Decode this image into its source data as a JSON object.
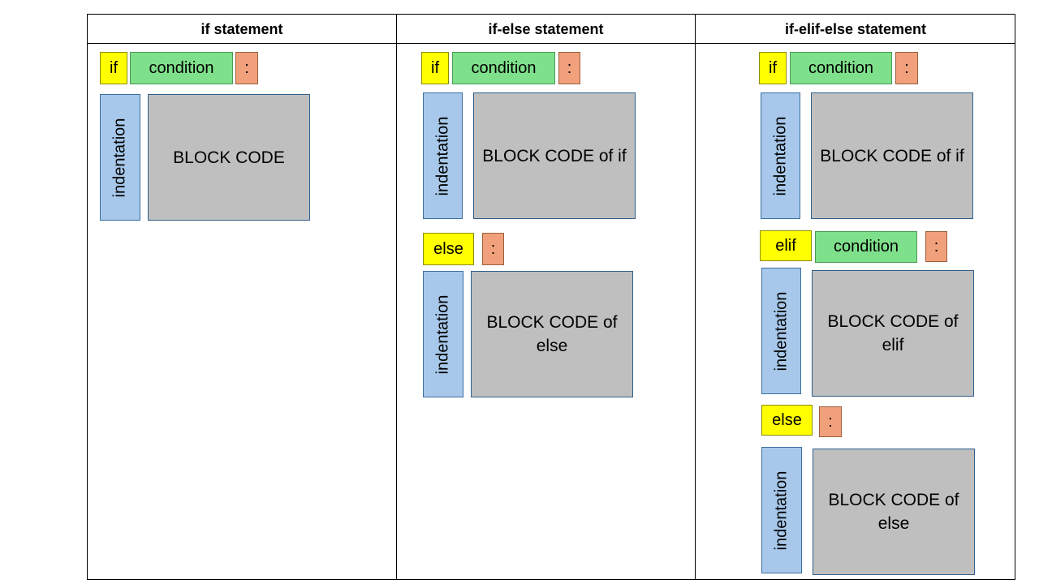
{
  "columns": [
    {
      "title": "if  statement",
      "if_keyword": "if",
      "condition": "condition",
      "colon": ":",
      "indentation": "indentation",
      "block": "BLOCK CODE"
    },
    {
      "title": "if-else statement",
      "if_keyword": "if",
      "condition": "condition",
      "colon": ":",
      "indentation": "indentation",
      "block_if": "BLOCK CODE of if",
      "else_keyword": "else",
      "block_else": "BLOCK CODE of else"
    },
    {
      "title": "if-elif-else statement",
      "if_keyword": "if",
      "condition": "condition",
      "colon": ":",
      "indentation": "indentation",
      "block_if": "BLOCK CODE of if",
      "elif_keyword": "elif",
      "block_elif": "BLOCK CODE of elif",
      "else_keyword": "else",
      "block_else": "BLOCK CODE of else"
    }
  ],
  "colors": {
    "keyword": "#ffff00",
    "condition": "#7ee08a",
    "colon": "#f0a07a",
    "indentation": "#a7c8ea",
    "block": "#bfbfbf"
  }
}
